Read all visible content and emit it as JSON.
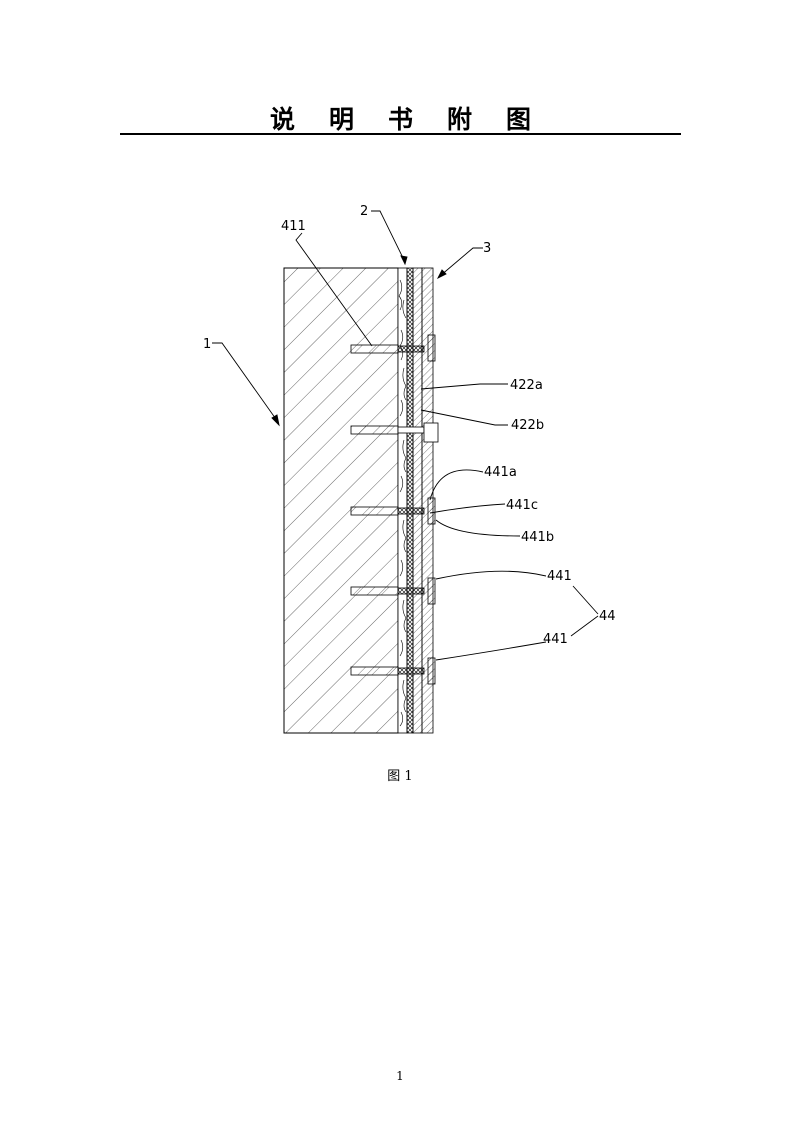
{
  "header": {
    "title": "说明书附图"
  },
  "figure": {
    "labels": {
      "l411": "411",
      "l2": "2",
      "l3": "3",
      "l1": "1",
      "l422a": "422a",
      "l422b": "422b",
      "l441a": "441a",
      "l441c": "441c",
      "l441b": "441b",
      "l441_upper": "441",
      "l44": "44",
      "l441_lower": "441"
    },
    "caption": "图 1"
  },
  "footer": {
    "page_number": "1"
  }
}
